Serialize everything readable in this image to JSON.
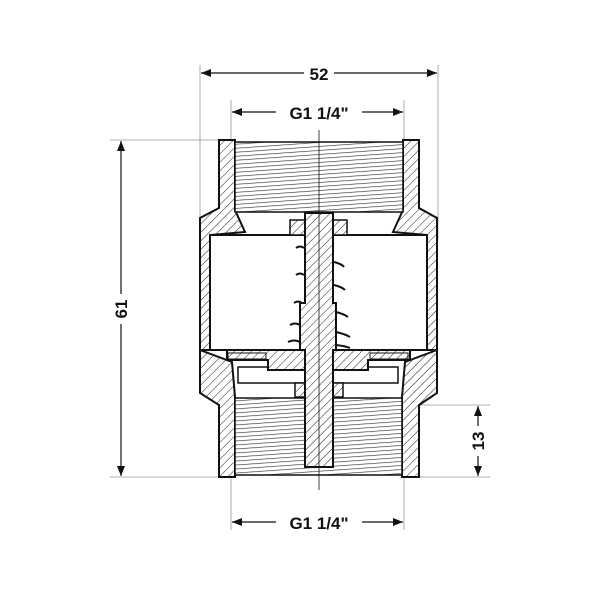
{
  "drawing": {
    "dimensions": {
      "overall_width": "52",
      "thread_top": "G1 1/4\"",
      "thread_bottom": "G1 1/4\"",
      "overall_height": "61",
      "thread_length": "13"
    },
    "colors": {
      "line": "#111111",
      "extension": "#999999",
      "background": "#ffffff"
    }
  }
}
